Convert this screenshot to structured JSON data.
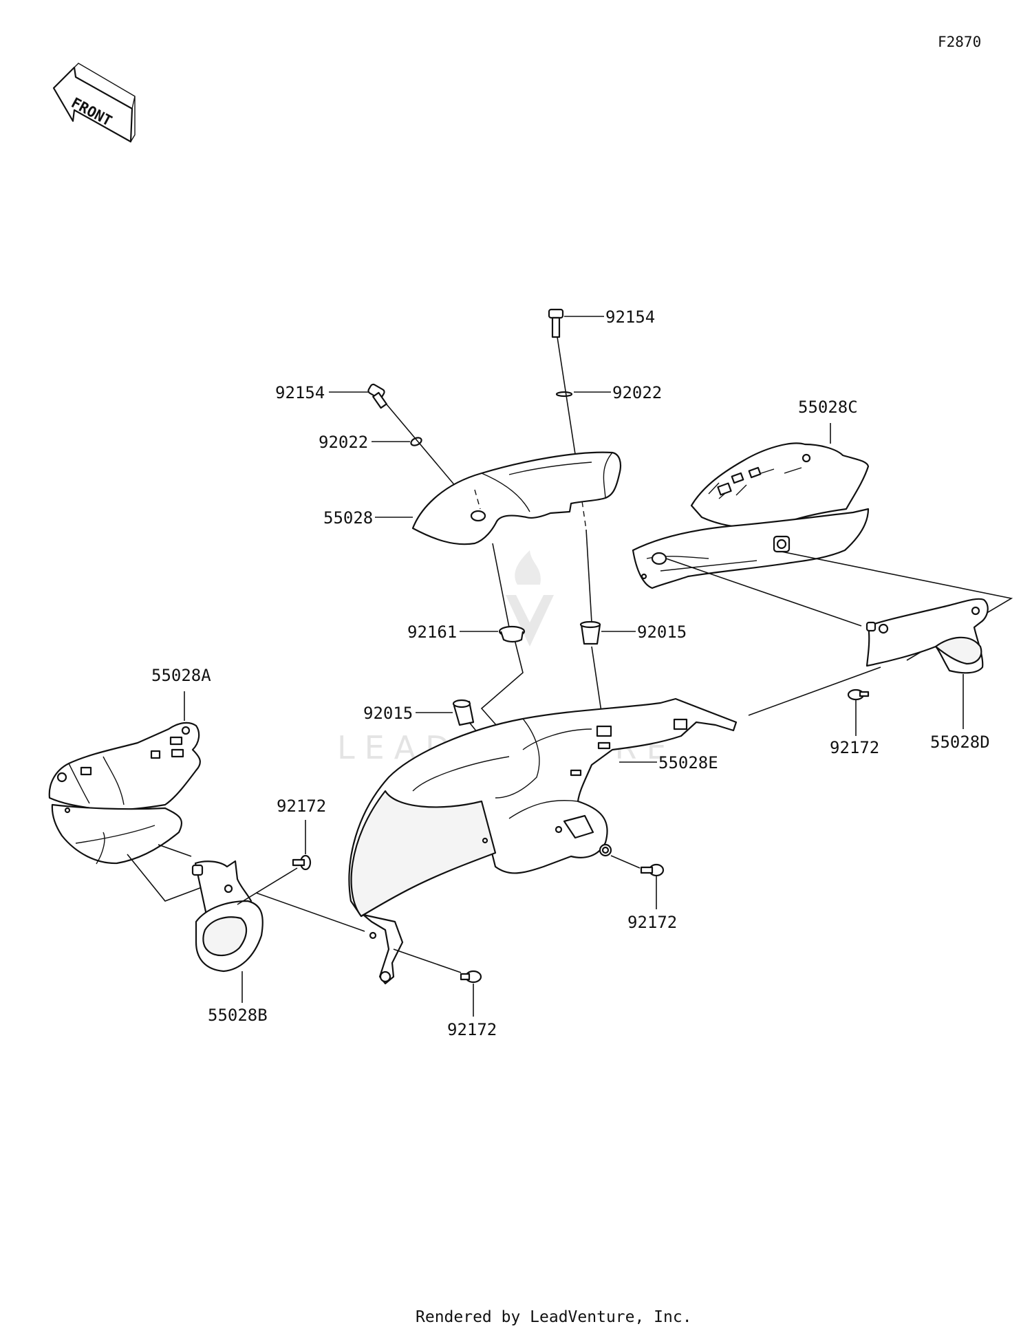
{
  "figure_code": "F2870",
  "front_label": "FRONT",
  "watermark": "LEADVENTURE",
  "footer": "Rendered by LeadVenture, Inc.",
  "colors": {
    "line": "#111111",
    "background": "#ffffff",
    "watermark": "#cfcfcf"
  },
  "parts": {
    "bolt_top": "92154",
    "bolt_left": "92154",
    "washer_top": "92022",
    "washer_left": "92022",
    "cover_upper": "55028",
    "cover_right_upper": "55028C",
    "grommet": "92161",
    "nut_upper": "92015",
    "nut_lower": "92015",
    "cover_left_upper": "55028A",
    "cover_center": "55028E",
    "cover_right_lower": "55028D",
    "screw_right": "92172",
    "screw_left": "92172",
    "screw_center": "92172",
    "screw_bottom": "92172",
    "cover_left_lower": "55028B"
  }
}
